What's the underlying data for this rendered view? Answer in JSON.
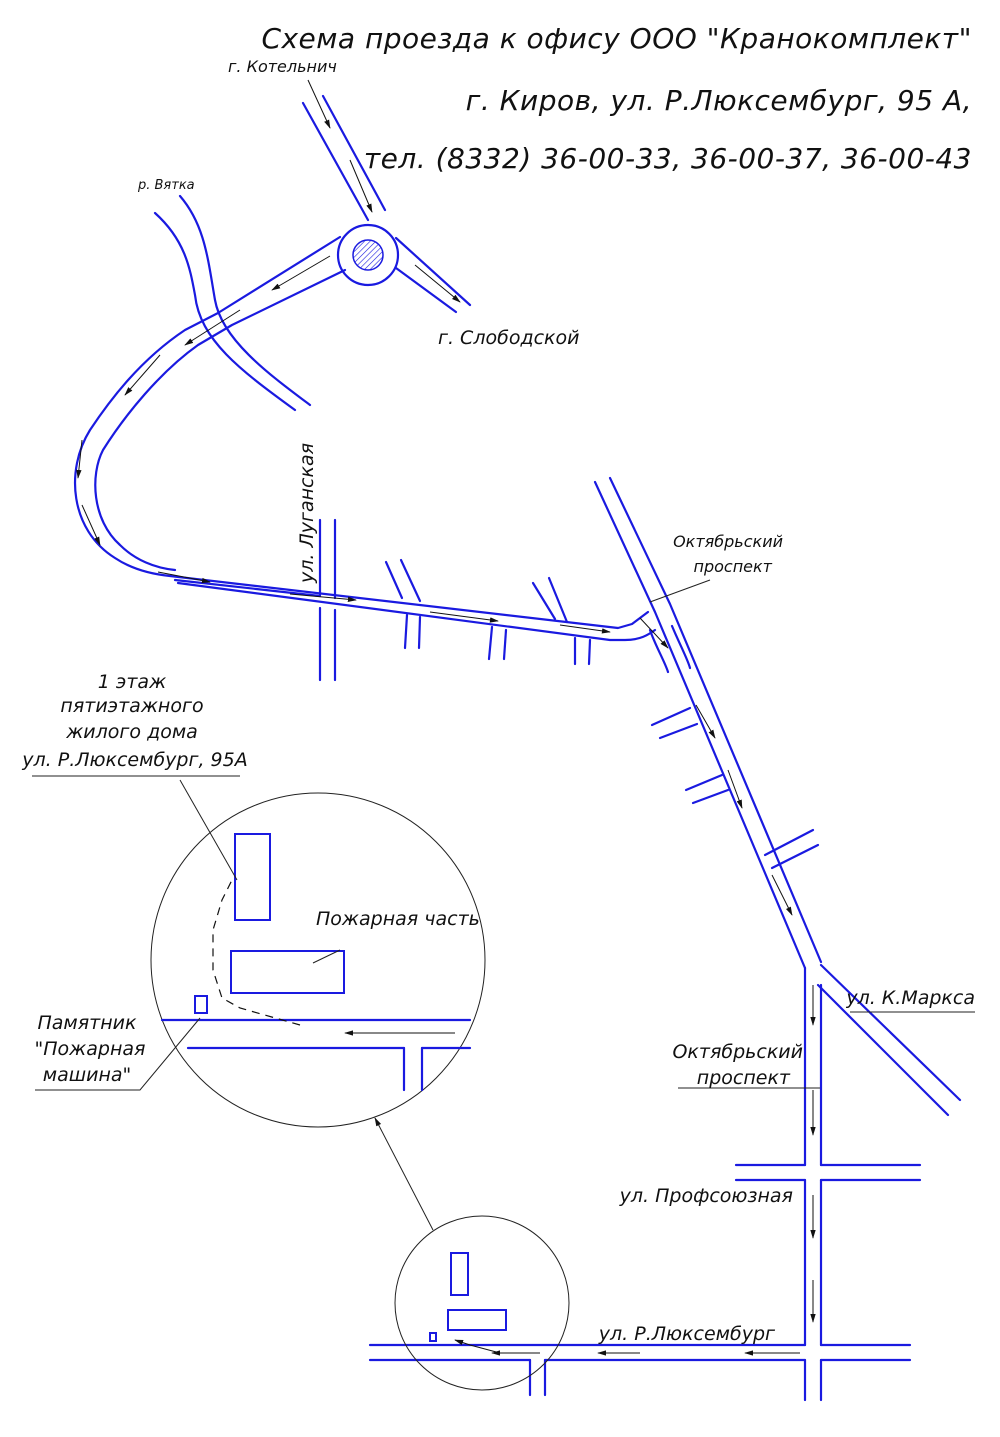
{
  "header": {
    "title": "Схема проезда к офису ООО \"Кранокомплект\"",
    "address": "г. Киров, ул. Р.Люксембург, 95 А,",
    "phones": "тел. (8332) 36-00-33, 36-00-37, 36-00-43"
  },
  "labels": {
    "kotelnich": "г. Котельнич",
    "vyatka": "р. Вятка",
    "slobodskoy": "г. Слободской",
    "luganskaya": "ул. Луганская",
    "oktyabrsky_1a": "Октябрьский",
    "oktyabrsky_1b": "проспект",
    "oktyabrsky_2a": "Октябрьский",
    "oktyabrsky_2b": "проспект",
    "k_marksa": "ул. К.Маркса",
    "profsoyuznaya": "ул. Профсоюзная",
    "r_luxemburg": "ул. Р.Люксембург",
    "building_1": "1 этаж",
    "building_2": "пятиэтажного",
    "building_3": "жилого дома",
    "building_4": "ул. Р.Люксембург, 95А",
    "fire_station": "Пожарная часть",
    "monument_1": "Памятник",
    "monument_2": "\"Пожарная",
    "monument_3": "машина\""
  },
  "colors": {
    "road": "#1a1ae0",
    "text": "#111111"
  }
}
